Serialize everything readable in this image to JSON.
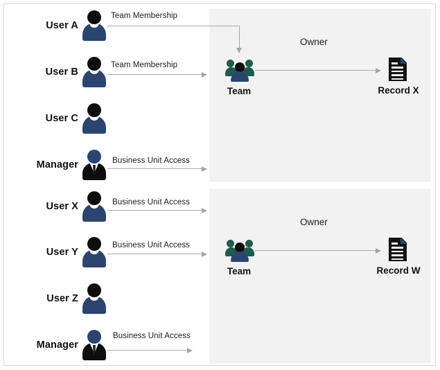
{
  "diagram": {
    "title": "Team ownership and business unit access diagram",
    "colors": {
      "panel_background": "#f2f2f2",
      "panel_border": "#ebebeb",
      "canvas_background": "#ffffff",
      "outer_border": "#d9d9d9",
      "person_body": "#2b4570",
      "person_head": "#0d0d0d",
      "manager_head": "#2b4570",
      "manager_suit": "#0d0d0d",
      "team_back_figures": "#1f5a4e",
      "team_front_body": "#2b4570",
      "document": "#121212",
      "document_fold": "#2b4570",
      "arrow": "#a6a6a6",
      "text": "#111111"
    },
    "groups": [
      {
        "id": "group-top",
        "owner_label": "Owner",
        "team_label": "Team",
        "team_icon": "team-icon",
        "record_label": "Record X",
        "record_icon": "document-icon",
        "actors": [
          {
            "label": "User A",
            "icon": "person-icon",
            "connection": "Team Membership",
            "connector": "elbow"
          },
          {
            "label": "User B",
            "icon": "person-icon",
            "connection": "Team Membership",
            "connector": "straight"
          },
          {
            "label": "User C",
            "icon": "person-icon",
            "connection": "",
            "connector": "none"
          },
          {
            "label": "Manager",
            "icon": "manager-icon",
            "connection": "Business Unit Access",
            "connector": "straight"
          }
        ]
      },
      {
        "id": "group-bottom",
        "owner_label": "Owner",
        "team_label": "Team",
        "team_icon": "team-icon",
        "record_label": "Record W",
        "record_icon": "document-icon",
        "actors": [
          {
            "label": "User X",
            "icon": "person-icon",
            "connection": "Business Unit Access",
            "connector": "straight"
          },
          {
            "label": "User Y",
            "icon": "person-icon",
            "connection": "Business Unit Access",
            "connector": "straight"
          },
          {
            "label": "User Z",
            "icon": "person-icon",
            "connection": "",
            "connector": "none"
          },
          {
            "label": "Manager",
            "icon": "manager-icon",
            "connection": "Business Unit Access",
            "connector": "straight-short"
          }
        ]
      }
    ]
  }
}
